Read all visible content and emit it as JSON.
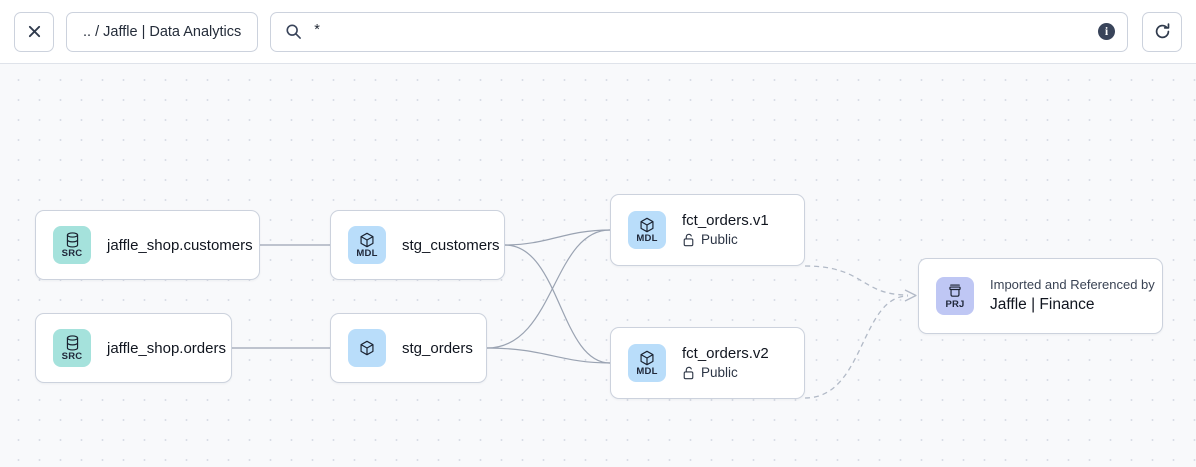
{
  "toolbar": {
    "close_label": "×",
    "close_icon": "close-icon",
    "breadcrumb": ".. / Jaffle | Data Analytics",
    "search_icon": "search-icon",
    "search_value": "*",
    "search_placeholder": "Search",
    "info_label": "i",
    "info_icon": "info-icon",
    "refresh_icon": "refresh-icon"
  },
  "graph": {
    "nodes": [
      {
        "id": "jaffle_shop_customers",
        "kind": "SRC",
        "icon": "database-icon",
        "title": "jaffle_shop.customers",
        "badge_color": "#a5e2dc"
      },
      {
        "id": "jaffle_shop_orders",
        "kind": "SRC",
        "icon": "database-icon",
        "title": "jaffle_shop.orders",
        "badge_color": "#a5e2dc"
      },
      {
        "id": "stg_customers",
        "kind": "MDL",
        "icon": "cube-icon",
        "title": "stg_customers",
        "badge_color": "#b9ddfa"
      },
      {
        "id": "stg_orders",
        "kind": "MDL",
        "icon": "cube-icon",
        "title": "stg_orders",
        "badge_color": "#b9ddfa"
      },
      {
        "id": "fct_orders_v1",
        "kind": "MDL",
        "icon": "cube-icon",
        "title": "fct_orders.v1",
        "access": "Public",
        "access_icon": "unlock-icon",
        "badge_color": "#b9ddfa"
      },
      {
        "id": "fct_orders_v2",
        "kind": "MDL",
        "icon": "cube-icon",
        "title": "fct_orders.v2",
        "access": "Public",
        "access_icon": "unlock-icon",
        "badge_color": "#b9ddfa"
      },
      {
        "id": "jaffle_finance",
        "kind": "PRJ",
        "icon": "project-icon",
        "caption": "Imported and Referenced by",
        "title": "Jaffle | Finance",
        "badge_color": "#bfc7f4"
      }
    ],
    "edge_color": "#9aa3b2",
    "edge_dashed_color": "#b2bac7"
  }
}
